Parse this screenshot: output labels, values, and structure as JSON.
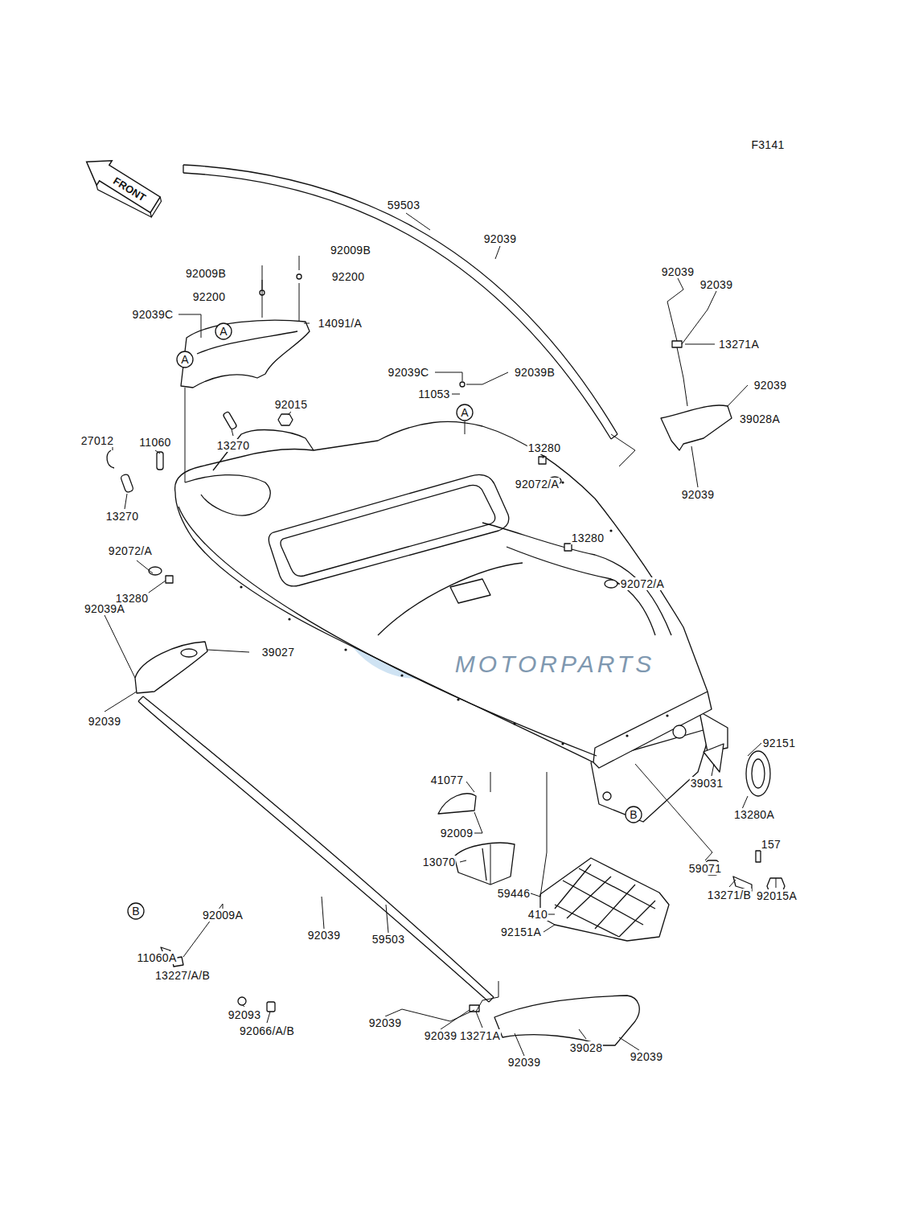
{
  "diagram": {
    "nodes": [
      {
        "text": [
          "FRONT"
        ]
      },
      {
        "text": [
          "A"
        ]
      },
      {
        "text": [
          "A"
        ]
      },
      {
        "text": [
          "A"
        ]
      },
      {
        "text": [
          "B"
        ]
      },
      {
        "text": [
          "B"
        ]
      }
    ],
    "labels": [
      "F3141",
      "59503",
      "92039",
      "92009B",
      "92009B",
      "92200",
      "92200",
      "92039C",
      "14091/A",
      "92039",
      "92039",
      "13271A",
      "92039C",
      "92039B",
      "11053",
      "92039",
      "39028A",
      "92039",
      "13270",
      "92015",
      "27012",
      "11060",
      "13270",
      "13280",
      "92072/A",
      "13280",
      "92072/A",
      "92072/A",
      "13280",
      "92039A",
      "39027",
      "92039",
      "92151",
      "39031",
      "13280A",
      "157",
      "59071",
      "13271/B",
      "92015A",
      "41077",
      "92009",
      "13070",
      "59446",
      "410",
      "92151A",
      "92039",
      "59503",
      "92009A",
      "11060A",
      "13227/A/B",
      "92093",
      "92066/A/B",
      "92039",
      "92039",
      "13271A",
      "92039",
      "39028",
      "92039",
      "MOTORPARTS"
    ]
  }
}
